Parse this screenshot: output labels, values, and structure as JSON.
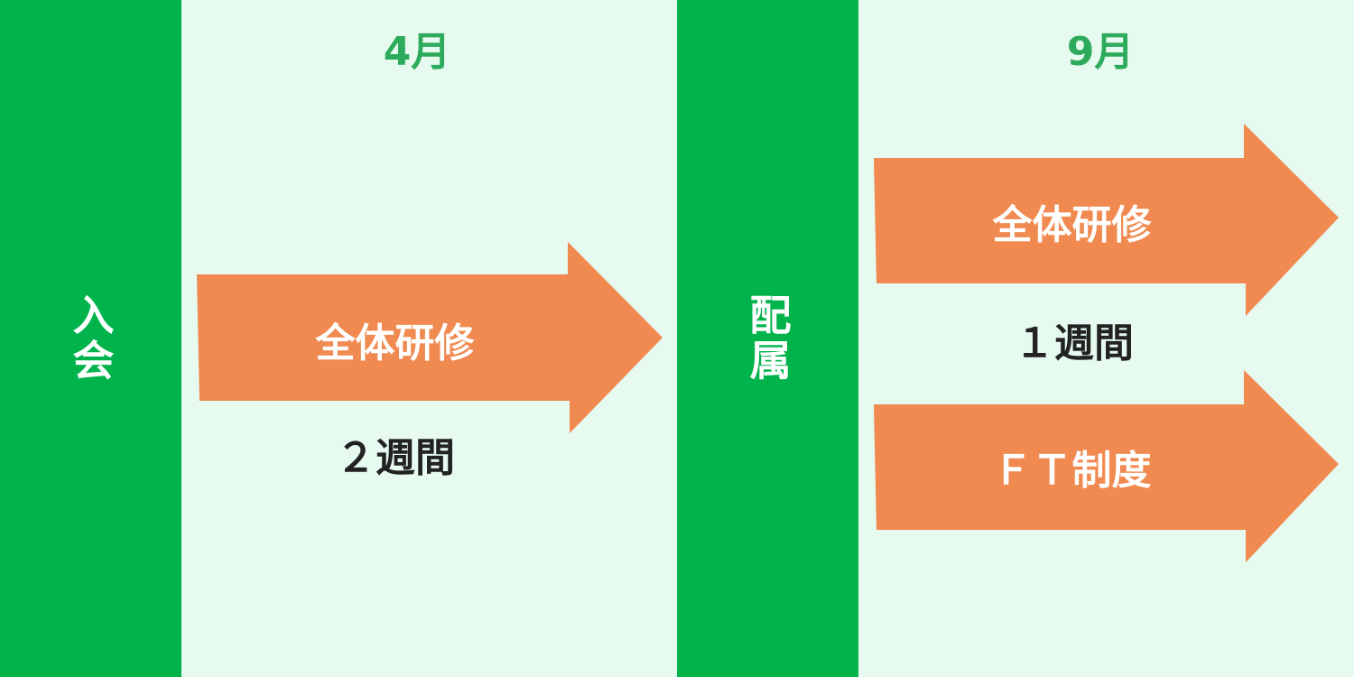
{
  "phases": [
    {
      "label": "入会"
    },
    {
      "label": "配属"
    }
  ],
  "months": [
    "4月",
    "9月"
  ],
  "arrows": {
    "first": {
      "label": "全体研修",
      "duration": "２週間"
    },
    "second_top": {
      "label": "全体研修",
      "duration": "１週間"
    },
    "second_bottom": {
      "label": "ＦＴ制度"
    }
  },
  "colors": {
    "background": "#e6faf0",
    "phase_bar": "#00b44b",
    "month_text": "#2eaa5c",
    "arrow_fill": "#f08a50",
    "arrow_text": "#ffffff",
    "duration_text": "#222222"
  }
}
